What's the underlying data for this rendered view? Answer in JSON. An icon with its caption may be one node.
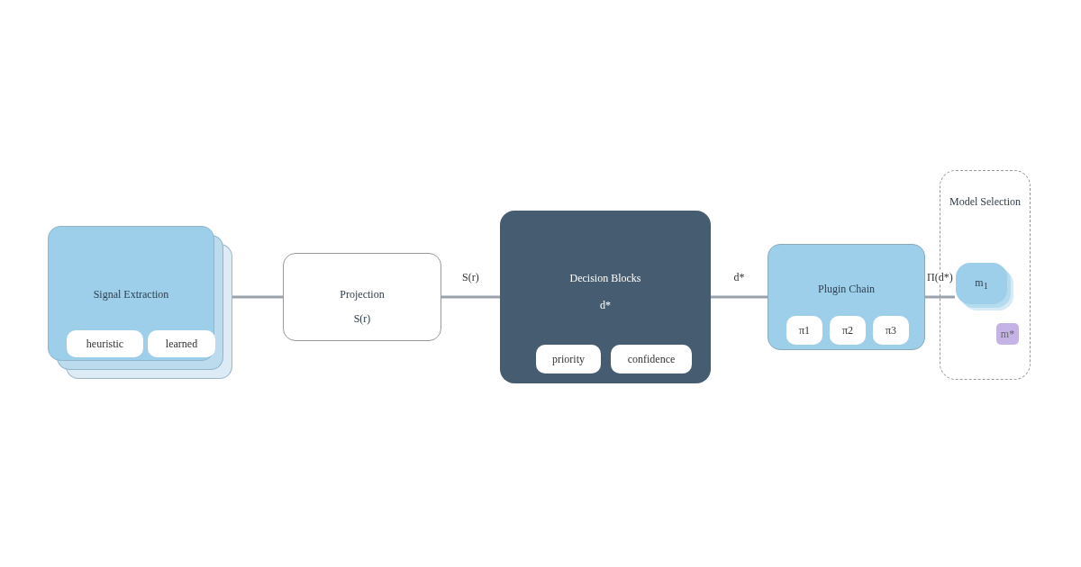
{
  "diagram": {
    "nodes": [
      {
        "text": [
          "Signal Extraction"
        ]
      },
      {
        "text": [
          "heuristic"
        ],
        "in": 0
      },
      {
        "text": [
          "learned"
        ],
        "in": 0
      },
      {
        "text": [
          "Projection",
          "S(r)"
        ]
      },
      {
        "text": [
          "Decision Blocks",
          "d*"
        ]
      },
      {
        "text": [
          "priority"
        ],
        "in": 4
      },
      {
        "text": [
          "confidence"
        ],
        "in": 4
      },
      {
        "text": [
          "Plugin Chain"
        ]
      },
      {
        "text": [
          "π1"
        ],
        "in": 7
      },
      {
        "text": [
          "π2"
        ],
        "in": 7
      },
      {
        "text": [
          "π3"
        ],
        "in": 7
      },
      {
        "text": [
          "Model Selection"
        ]
      },
      {
        "text": [
          "m$_{1}$"
        ],
        "in": 11
      },
      {
        "text": [
          "m*"
        ],
        "in": 11
      }
    ],
    "edges": [
      {
        "from": 0,
        "to": 3,
        "arrow": "none"
      },
      {
        "from": 3,
        "to": 4,
        "arrow": "none",
        "label": "S(r)"
      },
      {
        "from": 4,
        "to": 7,
        "arrow": "none",
        "label": "d*"
      },
      {
        "from": 7,
        "to": 12,
        "arrow": "none",
        "label": "Π(d*)"
      }
    ]
  }
}
